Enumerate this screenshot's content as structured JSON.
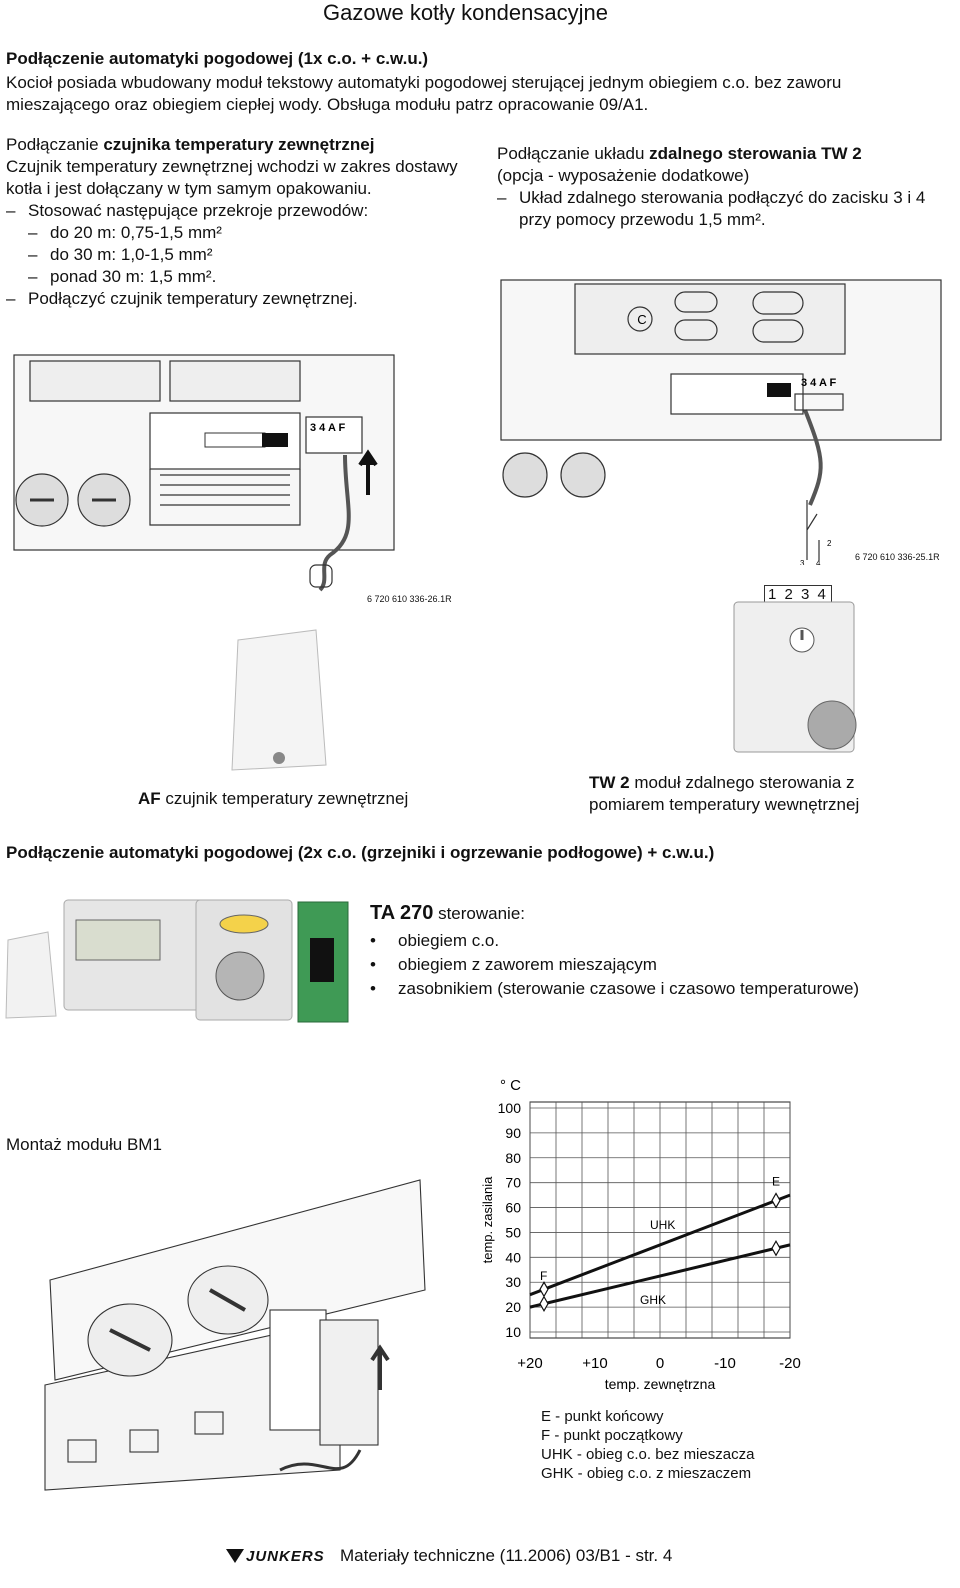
{
  "header": {
    "title": "Gazowe kotły kondensacyjne"
  },
  "section1": {
    "heading": "Podłączenie automatyki pogodowej (1x c.o. + c.w.u.)",
    "text": "Kocioł posiada wbudowany moduł tekstowy automatyki pogodowej sterującej jednym obiegiem c.o. bez zaworu mieszającego oraz obiegiem ciepłej wody. Obsługa modułu patrz opracowanie 09/A1."
  },
  "sensor": {
    "heading_plain": "Podłączanie ",
    "heading_bold": "czujnika temperatury zewnętrznej",
    "text": "Czujnik temperatury zewnętrznej wchodzi w zakres dostawy kotła i jest dołączany w tym samym opakowaniu.",
    "item1": "Stosować następujące przekroje przewodów:",
    "sub": [
      "do 20 m: 0,75-1,5 mm²",
      "do 30 m: 1,0-1,5 mm²",
      "ponad 30 m: 1,5 mm²."
    ],
    "item2": "Podłączyć czujnik temperatury zewnętrznej."
  },
  "remote": {
    "heading_plain": "Podłączanie układu ",
    "heading_bold": "zdalnego sterowania TW 2",
    "option": "(opcja - wyposażenie dodatkowe)",
    "item": "Układ zdalnego sterowania podłączyć do zacisku 3 i 4 przy pomocy przewodu 1,5 mm²."
  },
  "diagrams": {
    "terminal_label": "3 4 A F",
    "left_ref": "6 720 610 336-26.1R",
    "right_ref": "6 720 610 336-25.1R",
    "wire_num_2": "2",
    "wire_num_3": "3",
    "wire_num_4": "4",
    "tw2_terminals": "1 2 3 4"
  },
  "captions": {
    "af_bold": "AF",
    "af_text": " czujnik temperatury zewnętrznej",
    "tw2_bold": "TW 2",
    "tw2_text": " moduł zdalnego sterowania z pomiarem temperatury wewnętrznej"
  },
  "section2": {
    "heading": "Podłączenie automatyki pogodowej (2x c.o. (grzejniki i ogrzewanie podłogowe) + c.w.u.)"
  },
  "ta270": {
    "title_bold": "TA 270",
    "title_plain": " sterowanie:",
    "items": [
      "obiegiem c.o.",
      "obiegiem z zaworem mieszającym",
      "zasobnikiem (sterowanie czasowe i czasowo temperaturowe)"
    ]
  },
  "bm1": {
    "label": "Montaż modułu BM1"
  },
  "chart_data": {
    "type": "line",
    "y_unit": "° C",
    "ylabel": "temp. zasilania",
    "yticks": [
      100,
      90,
      80,
      70,
      60,
      50,
      40,
      30,
      20,
      10
    ],
    "xticks": [
      "+20",
      "+10",
      "0",
      "-10",
      "-20"
    ],
    "x_unit": "° C",
    "xlabel": "temp. zewnętrzna",
    "ylim": [
      10,
      100
    ],
    "x_range": [
      20,
      -20
    ],
    "series": [
      {
        "name": "UHK",
        "x": [
          20,
          -20
        ],
        "y": [
          25,
          65
        ]
      },
      {
        "name": "GHK",
        "x": [
          20,
          -20
        ],
        "y": [
          20,
          45
        ]
      }
    ],
    "point_labels": {
      "start": "F",
      "end": "E"
    },
    "legend": [
      "E - punkt końcowy",
      "F - punkt początkowy",
      "UHK - obieg c.o. bez mieszacza",
      "GHK - obieg c.o. z mieszaczem"
    ]
  },
  "footer": {
    "brand": "JUNKERS",
    "text": "Materiały techniczne (11.2006) 03/B1 - str. 4"
  }
}
